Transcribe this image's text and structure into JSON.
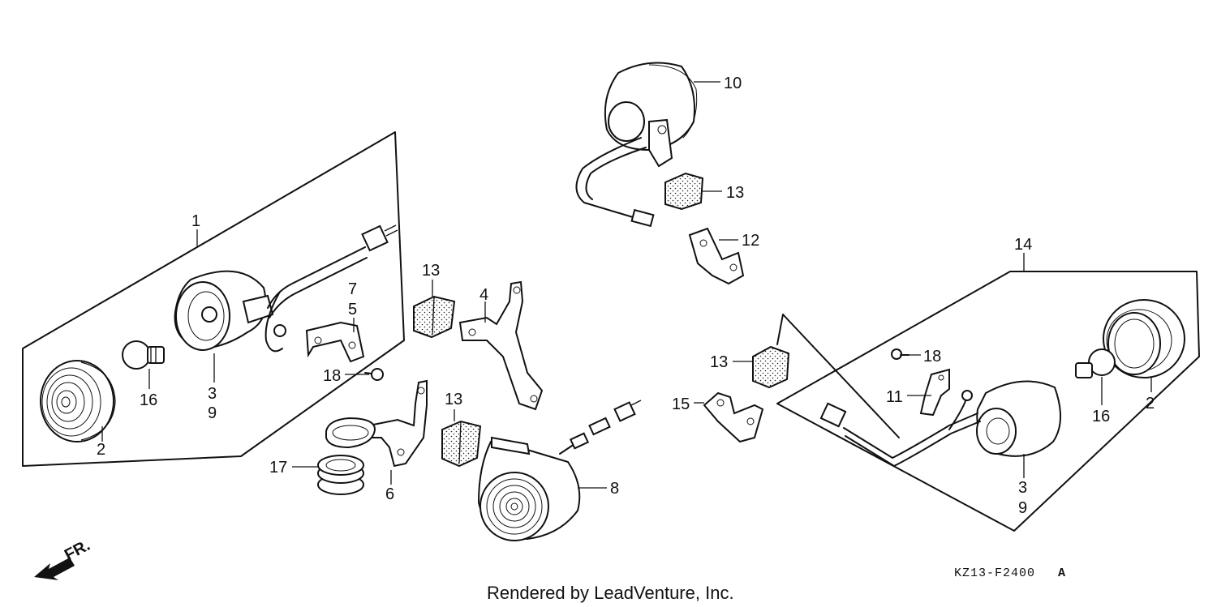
{
  "diagram": {
    "drawing_code": "KZ13-F2400",
    "drawing_code_suffix": "A",
    "credit": "Rendered by LeadVenture, Inc.",
    "front_indicator": "FR.",
    "callouts": [
      {
        "id": "c1",
        "text": "1"
      },
      {
        "id": "c2a",
        "text": "2"
      },
      {
        "id": "c39a",
        "text": "3"
      },
      {
        "id": "c9a",
        "text": "9"
      },
      {
        "id": "c16a",
        "text": "16"
      },
      {
        "id": "c7",
        "text": "7"
      },
      {
        "id": "c5",
        "text": "5"
      },
      {
        "id": "c18a",
        "text": "18"
      },
      {
        "id": "c13a",
        "text": "13"
      },
      {
        "id": "c4",
        "text": "4"
      },
      {
        "id": "c13b",
        "text": "13"
      },
      {
        "id": "c6",
        "text": "6"
      },
      {
        "id": "c17",
        "text": "17"
      },
      {
        "id": "c8",
        "text": "8"
      },
      {
        "id": "c10",
        "text": "10"
      },
      {
        "id": "c13c",
        "text": "13"
      },
      {
        "id": "c12",
        "text": "12"
      },
      {
        "id": "c13d",
        "text": "13"
      },
      {
        "id": "c15",
        "text": "15"
      },
      {
        "id": "c18b",
        "text": "18"
      },
      {
        "id": "c11",
        "text": "11"
      },
      {
        "id": "c14",
        "text": "14"
      },
      {
        "id": "c16b",
        "text": "16"
      },
      {
        "id": "c2b",
        "text": "2"
      },
      {
        "id": "c3b",
        "text": "3"
      },
      {
        "id": "c9b",
        "text": "9"
      }
    ]
  }
}
